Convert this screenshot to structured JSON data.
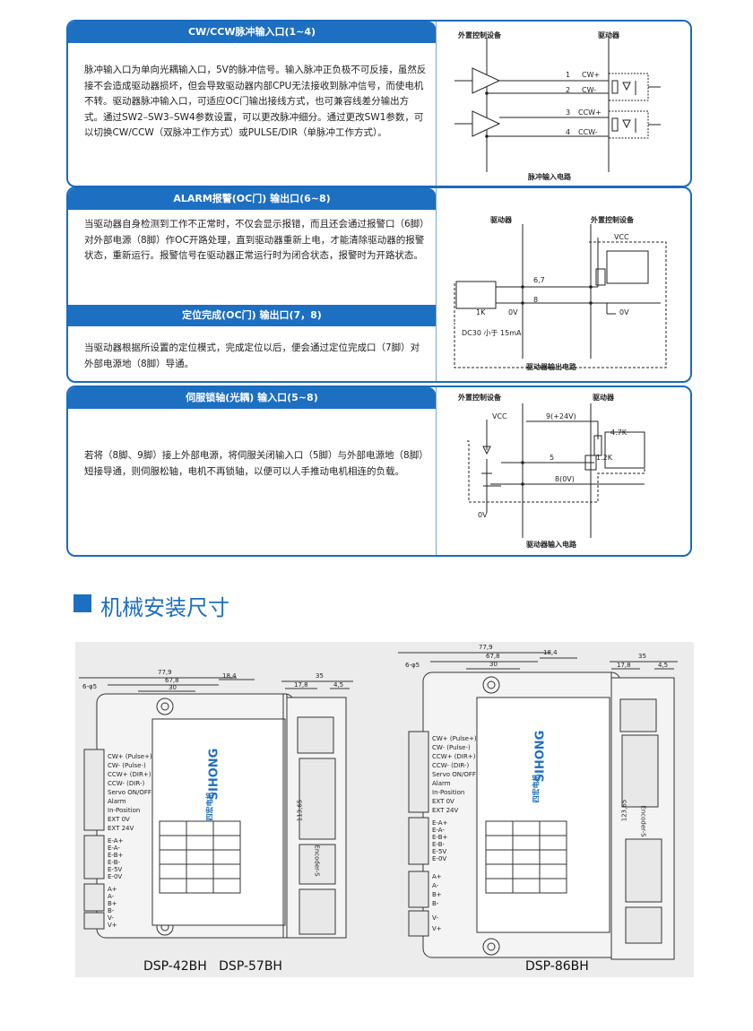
{
  "panel1": {
    "header": "CW/CCW脉冲输入口(1~4)",
    "body": "脉冲输入口为单向光耦输入口，5V的脉冲信号。输入脉冲正负极不可反接，虽然反接不会造成驱动器损坏，但会导致驱动器内部CPU无法接收到脉冲信号，而使电机不转。驱动器脉冲输入口，可适应OC门输出接线方式，也可兼容线差分输出方式。通过SW2–SW3–SW4参数设置，可以更改脉冲细分。通过更改SW1参数，可以切换CW/CCW（双脉冲工作方式）或PULSE/DIR（单脉冲工作方式）。",
    "diagram": {
      "left_label": "外置控制设备",
      "right_label": "驱动器",
      "pins": [
        "1",
        "2",
        "3",
        "4"
      ],
      "signals": [
        "CW+",
        "CW-",
        "CCW+",
        "CCW-"
      ],
      "caption": "脉冲输入电路"
    }
  },
  "panel2": {
    "header1": "ALARM报警(OC门) 输出口(6~8)",
    "body1": "当驱动器自身检测到工作不正常时，不仅会显示报错，而且还会通过报警口（6脚）对外部电源（8脚）作OC开路处理，直到驱动器重新上电，才能清除驱动器的报警状态，重新运行。报警信号在驱动器正常运行时为闭合状态，报警时为开路状态。",
    "header2": "定位完成(OC门) 输出口(7，8)",
    "body2": "当驱动器根据所设置的定位模式，完成定位以后，便会通过定位完成口（7脚）对外部电源地（8脚）导通。",
    "diagram": {
      "left_label": "驱动器",
      "right_label": "外置控制设备",
      "vcc": "VCC",
      "pin_a": "6,7",
      "pin_b": "8",
      "r1": "1K",
      "zero1": "0V",
      "zero2": "0V",
      "note": "DC30  小于  15mA",
      "caption": "驱动器输出电路"
    }
  },
  "panel3": {
    "header": "伺服锁轴(光耦) 输入口(5~8)",
    "body": "若将（8脚、9脚）接上外部电源，将伺服关闭输入口（5脚）与外部电源地（8脚）短接导通，则伺服松轴，电机不再锁轴，以便可以人手推动电机相连的负载。",
    "diagram": {
      "left_label": "外置控制设备",
      "right_label": "驱动器",
      "vcc": "VCC",
      "pin9": "9(+24V)",
      "r1": "4.7K",
      "r2": "1.2K",
      "pin5": "5",
      "pin8": "8(0V)",
      "zero": "0V",
      "caption": "驱动器输入电路"
    }
  },
  "section": {
    "title": "机械安装尺寸"
  },
  "drawing": {
    "brand": "SIHONG",
    "brand_cn": "四宏电机",
    "dims_left": {
      "w_total": "77,9",
      "w_mid": "67,8",
      "w_inner": "30",
      "w_right": "18,4",
      "hole": "6-φ5",
      "height": "113,65",
      "side_total": "35",
      "side_a": "17,8",
      "side_b": "4,5"
    },
    "dims_right": {
      "w_total": "77,9",
      "w_mid": "67,8",
      "w_inner": "30",
      "w_right": "18,4",
      "hole": "6-φ5",
      "height": "123,65",
      "side_total": "35",
      "side_a": "17,8",
      "side_b": "4,5"
    },
    "terminals": [
      "CW+ (Pulse+)",
      "CW- (Pulse-)",
      "CCW+ (DIR+)",
      "CCW- (DIR-)",
      "Servo ON/OFF",
      "Alarm",
      "In-Position",
      "EXT 0V",
      "EXT 24V"
    ],
    "encoder": [
      "E-A+",
      "E-A-",
      "E-B+",
      "E-B-",
      "E-5V",
      "E-0V"
    ],
    "motor": [
      "A+",
      "A-",
      "B+",
      "B-"
    ],
    "power": [
      "V-",
      "V+"
    ],
    "side_label": "Encoder-S",
    "models_left": "DSP-42BH   DSP-57BH",
    "models_right": "DSP-86BH"
  }
}
